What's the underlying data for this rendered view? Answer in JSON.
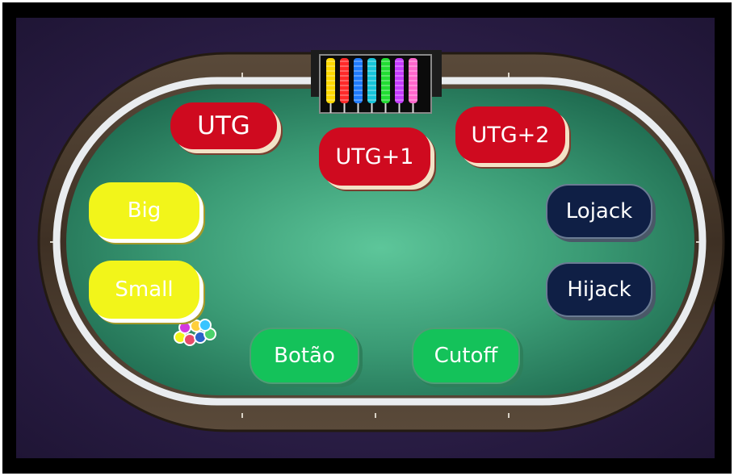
{
  "seats": {
    "utg": "UTG",
    "utg1": "UTG+1",
    "utg2": "UTG+2",
    "big": "Big",
    "small": "Small",
    "lojack": "Lojack",
    "hijack": "Hijack",
    "botao": "Botão",
    "cutoff": "Cutoff"
  },
  "colors": {
    "felt": "#2a1d45",
    "table_cloth": "#3a9a74",
    "rail": "#4a3a2c",
    "seat_red": "#cf0a1f",
    "seat_yellow": "#f2f51a",
    "seat_navy": "#0f1f45",
    "seat_green": "#14c25a"
  },
  "chip_rack_colors": [
    "#ffd800",
    "#ff2a2a",
    "#1f7bff",
    "#17c4d9",
    "#22dd33",
    "#c63bff",
    "#ff66cc"
  ]
}
